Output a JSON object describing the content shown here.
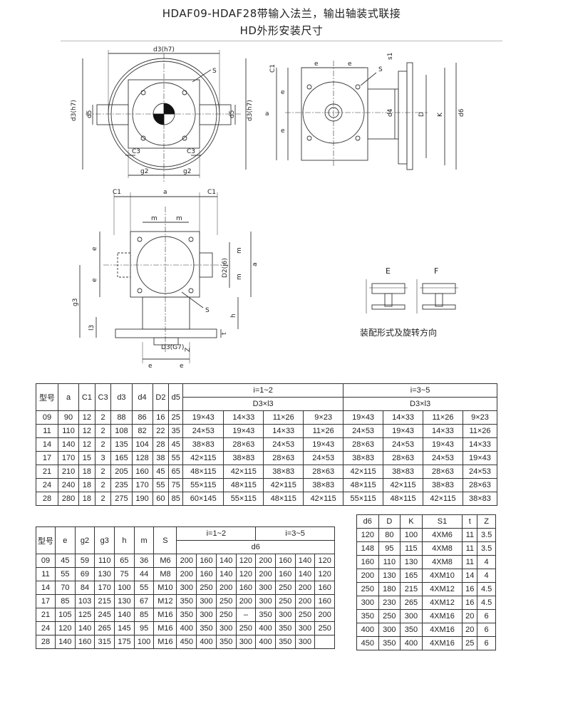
{
  "title_line1": "HDAF09-HDAF28带输入法兰，输出轴装式联接",
  "title_line2": "HD外形安装尺寸",
  "drawing_labels": {
    "d3h7": "d3(h7)",
    "S": "S",
    "C1": "C1",
    "C3": "C3",
    "d5": "d5",
    "g2": "g2",
    "e": "e",
    "a": "a",
    "s1": "s1",
    "d4": "d4",
    "D": "D",
    "K": "K",
    "d6": "d6",
    "m": "m",
    "g3": "g3",
    "h": "h",
    "l3": "l3",
    "t": "t",
    "z": "Z",
    "D2g6": "D2(j6)",
    "D3g7": "D3(G7)",
    "E": "E",
    "F": "F"
  },
  "caption": "装配形式及旋转方向",
  "table1": {
    "col_header": [
      "型号",
      "a",
      "C1",
      "C3",
      "d3",
      "d4",
      "D2",
      "d5"
    ],
    "group1": "i=1~2",
    "group2": "i=3~5",
    "sub": "D3×l3",
    "rows": [
      [
        "09",
        "90",
        "12",
        "2",
        "88",
        "86",
        "16",
        "25",
        "19×43",
        "14×33",
        "11×26",
        "9×23",
        "19×43",
        "14×33",
        "11×26",
        "9×23"
      ],
      [
        "11",
        "110",
        "12",
        "2",
        "108",
        "82",
        "22",
        "35",
        "24×53",
        "19×43",
        "14×33",
        "11×26",
        "24×53",
        "19×43",
        "14×33",
        "11×26"
      ],
      [
        "14",
        "140",
        "12",
        "2",
        "135",
        "104",
        "28",
        "45",
        "38×83",
        "28×63",
        "24×53",
        "19×43",
        "28×63",
        "24×53",
        "19×43",
        "14×33"
      ],
      [
        "17",
        "170",
        "15",
        "3",
        "165",
        "128",
        "38",
        "55",
        "42×115",
        "38×83",
        "28×63",
        "24×53",
        "38×83",
        "28×63",
        "24×53",
        "19×43"
      ],
      [
        "21",
        "210",
        "18",
        "2",
        "205",
        "160",
        "45",
        "65",
        "48×115",
        "42×115",
        "38×83",
        "28×63",
        "42×115",
        "38×83",
        "28×63",
        "24×53"
      ],
      [
        "24",
        "240",
        "18",
        "2",
        "235",
        "170",
        "55",
        "75",
        "55×115",
        "48×115",
        "42×115",
        "38×83",
        "48×115",
        "42×115",
        "38×83",
        "28×63"
      ],
      [
        "28",
        "280",
        "18",
        "2",
        "275",
        "190",
        "60",
        "85",
        "60×145",
        "55×115",
        "48×115",
        "42×115",
        "55×115",
        "48×115",
        "42×115",
        "38×83"
      ]
    ]
  },
  "table2": {
    "col_header": [
      "型号",
      "e",
      "g2",
      "g3",
      "h",
      "m",
      "S"
    ],
    "group1": "i=1~2",
    "group2": "i=3~5",
    "sub": "d6",
    "rows": [
      [
        "09",
        "45",
        "59",
        "110",
        "65",
        "36",
        "M6",
        "200",
        "160",
        "140",
        "120",
        "200",
        "160",
        "140",
        "120"
      ],
      [
        "11",
        "55",
        "69",
        "130",
        "75",
        "44",
        "M8",
        "200",
        "160",
        "140",
        "120",
        "200",
        "160",
        "140",
        "120"
      ],
      [
        "14",
        "70",
        "84",
        "170",
        "100",
        "55",
        "M10",
        "300",
        "250",
        "200",
        "160",
        "300",
        "250",
        "200",
        "160"
      ],
      [
        "17",
        "85",
        "103",
        "215",
        "130",
        "67",
        "M12",
        "350",
        "300",
        "250",
        "200",
        "300",
        "250",
        "200",
        "160"
      ],
      [
        "21",
        "105",
        "125",
        "245",
        "140",
        "85",
        "M16",
        "350",
        "300",
        "250",
        "–",
        "350",
        "300",
        "250",
        "200"
      ],
      [
        "24",
        "120",
        "140",
        "265",
        "145",
        "95",
        "M16",
        "400",
        "350",
        "300",
        "250",
        "400",
        "350",
        "300",
        "250"
      ],
      [
        "28",
        "140",
        "160",
        "315",
        "175",
        "100",
        "M16",
        "450",
        "400",
        "350",
        "300",
        "400",
        "350",
        "300",
        ""
      ]
    ]
  },
  "table3": {
    "col_header": [
      "d6",
      "D",
      "K",
      "S1",
      "t",
      "Z"
    ],
    "rows": [
      [
        "120",
        "80",
        "100",
        "4XM6",
        "11",
        "3.5"
      ],
      [
        "148",
        "95",
        "115",
        "4XM8",
        "11",
        "3.5"
      ],
      [
        "160",
        "110",
        "130",
        "4XM8",
        "11",
        "4"
      ],
      [
        "200",
        "130",
        "165",
        "4XM10",
        "14",
        "4"
      ],
      [
        "250",
        "180",
        "215",
        "4XM12",
        "16",
        "4.5"
      ],
      [
        "300",
        "230",
        "265",
        "4XM12",
        "16",
        "4.5"
      ],
      [
        "350",
        "250",
        "300",
        "4XM16",
        "20",
        "6"
      ],
      [
        "400",
        "300",
        "350",
        "4XM16",
        "20",
        "6"
      ],
      [
        "450",
        "350",
        "400",
        "4XM16",
        "25",
        "6"
      ]
    ]
  }
}
